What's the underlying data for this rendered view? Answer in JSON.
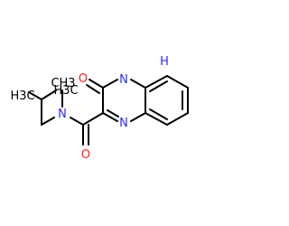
{
  "molecule": {
    "atoms": {
      "ring_nh": {
        "element": "N",
        "h_label": "H",
        "color": "#2b2bff"
      },
      "ring_n": {
        "element": "N",
        "color": "#2b2bff"
      },
      "amide_n": {
        "element": "N",
        "color": "#2b2bff"
      },
      "ketone_o": {
        "element": "O",
        "color": "#ff2020"
      },
      "amide_o": {
        "element": "O",
        "color": "#ff2020"
      },
      "methyl_1": {
        "element": "H3C"
      },
      "methyl_2": {
        "element": "H3C"
      },
      "n_methyl": {
        "element": "CH3"
      }
    }
  }
}
